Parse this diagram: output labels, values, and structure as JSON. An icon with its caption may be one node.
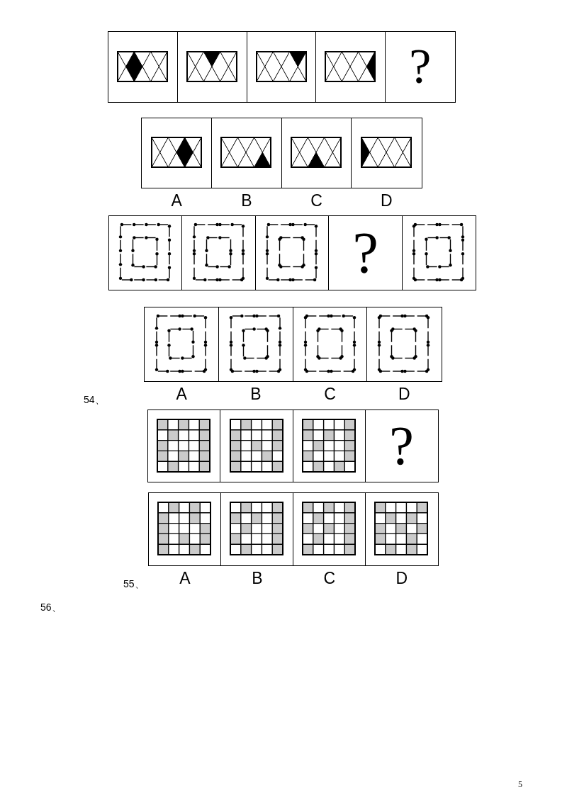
{
  "diagram": {
    "nodes": [
      {
        "text": [],
        "shape": "box"
      },
      {
        "text": [],
        "shape": "box"
      },
      {
        "text": [],
        "shape": "box"
      },
      {
        "text": [],
        "shape": "box"
      },
      {
        "text": [
          "?"
        ]
      },
      {
        "text": [],
        "shape": "box",
        "beside": [
          "A"
        ]
      },
      {
        "text": [],
        "shape": "box",
        "beside": [
          "B"
        ]
      },
      {
        "text": [],
        "shape": "box",
        "beside": [
          "C"
        ]
      },
      {
        "text": [],
        "shape": "box",
        "beside": [
          "D"
        ]
      },
      {
        "text": [],
        "shape": "box"
      },
      {
        "text": [],
        "shape": "box"
      },
      {
        "text": [],
        "shape": "box"
      },
      {
        "text": [
          "?"
        ]
      },
      {
        "text": [],
        "shape": "box"
      },
      {
        "text": [],
        "shape": "box",
        "beside": [
          "A"
        ]
      },
      {
        "text": [],
        "shape": "box",
        "beside": [
          "B"
        ]
      },
      {
        "text": [],
        "shape": "box",
        "beside": [
          "C"
        ]
      },
      {
        "text": [],
        "shape": "box",
        "beside": [
          "D"
        ]
      },
      {
        "text": [],
        "shape": "box"
      },
      {
        "text": [],
        "shape": "box"
      },
      {
        "text": [],
        "shape": "box"
      },
      {
        "text": [
          "?"
        ]
      },
      {
        "text": [],
        "shape": "box",
        "beside": [
          "A"
        ]
      },
      {
        "text": [],
        "shape": "box",
        "beside": [
          "B"
        ]
      },
      {
        "text": [],
        "shape": "box",
        "beside": [
          "C"
        ]
      },
      {
        "text": [],
        "shape": "box",
        "beside": [
          "D"
        ]
      }
    ],
    "labels": [
      "54、",
      "55、",
      "56、",
      "5"
    ]
  }
}
